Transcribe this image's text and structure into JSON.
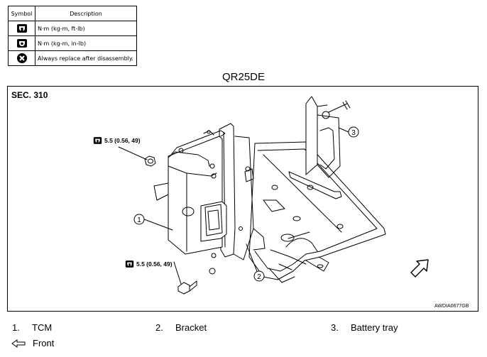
{
  "legend": {
    "header_symbol": "Symbol",
    "header_description": "Description",
    "rows": [
      {
        "icon": "torque-ft-lb-icon",
        "text": "N·m (kg-m, ft-lb)"
      },
      {
        "icon": "torque-in-lb-icon",
        "text": "N·m (kg-m, in-lb)"
      },
      {
        "icon": "always-replace-icon",
        "text": "Always replace after disassembly."
      }
    ]
  },
  "engine_title": "QR25DE",
  "section_label": "SEC. 310",
  "torque_upper": "5.5 (0.56, 49)",
  "torque_lower": "5.5 (0.56, 49)",
  "callout_numbers": [
    "1",
    "2",
    "3"
  ],
  "drawing_code": "AWDIA0677GB",
  "callouts": [
    {
      "num": "1.",
      "label": "TCM"
    },
    {
      "num": "2.",
      "label": "Bracket"
    },
    {
      "num": "3.",
      "label": "Battery tray"
    }
  ],
  "front_label": "Front"
}
